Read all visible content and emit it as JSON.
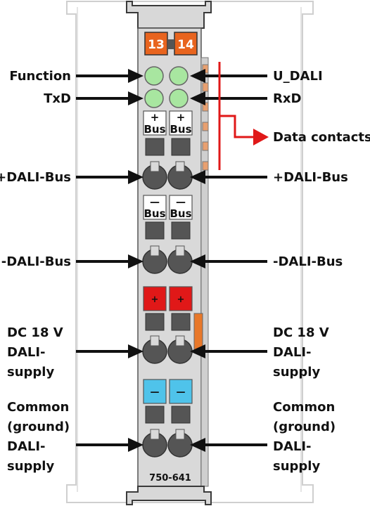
{
  "module": {
    "terminal_numbers": [
      "13",
      "14"
    ],
    "part_number": "750-641",
    "bus_plus_symbol": "+",
    "bus_minus_symbol": "—",
    "bus_word": "Bus",
    "red_symbol": "+",
    "blue_symbol": "—"
  },
  "labels_left": {
    "function": "Function",
    "txd": "TxD",
    "plus_dali_bus": "+DALI-Bus",
    "minus_dali_bus": "-DALI-Bus",
    "dc_supply": [
      "DC 18 V",
      "DALI-",
      "supply"
    ],
    "common_supply": [
      "Common",
      "(ground)",
      "DALI-",
      "supply"
    ]
  },
  "labels_right": {
    "u_dali": "U_DALI",
    "rxd": "RxD",
    "data_contacts": "Data contacts",
    "plus_dali_bus": "+DALI-Bus",
    "minus_dali_bus": "-DALI-Bus",
    "dc_supply": [
      "DC 18 V",
      "DALI-",
      "supply"
    ],
    "common_supply": [
      "Common",
      "(ground)",
      "DALI-",
      "supply"
    ]
  },
  "colors": {
    "terminal_orange": "#e8641e",
    "led_green": "#a8e6a0",
    "plus_red": "#e01818",
    "minus_blue": "#4fc3ea",
    "data_contacts_red": "#e01818",
    "side_orange": "#e8782a"
  }
}
